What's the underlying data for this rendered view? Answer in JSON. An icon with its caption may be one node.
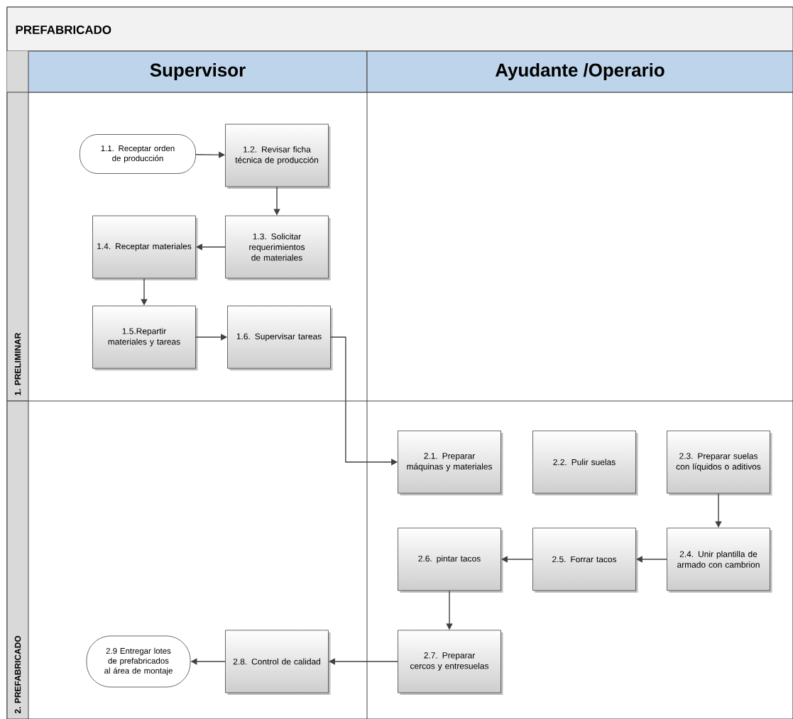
{
  "diagram": {
    "title": "PREFABRICADO",
    "nodes": [
      {
        "text": [
          "Supervisor"
        ]
      },
      {
        "text": [
          "Ayudante /Operario"
        ]
      },
      {
        "text": [
          "1. PRELIMINAR"
        ]
      },
      {
        "text": [
          "2. PREFABRICADO"
        ]
      },
      {
        "text": [
          "1.1. Receptar orden de producción"
        ]
      },
      {
        "text": [
          "1.2. Revisar ficha técnica de producción"
        ]
      },
      {
        "text": [
          "1.3. Solicitar requerimientos de materiales"
        ]
      },
      {
        "text": [
          "1.4. Receptar materiales"
        ]
      },
      {
        "text": [
          "1.5.Repartir materiales y tareas"
        ]
      },
      {
        "text": [
          "1.6. Supervisar tareas"
        ]
      },
      {
        "text": [
          "2.1. Preparar máquinas y materiales"
        ]
      },
      {
        "text": [
          "2.2. Pulir suelas"
        ]
      },
      {
        "text": [
          "2.3. Preparar suelas con líquidos o aditivos"
        ]
      },
      {
        "text": [
          "2.4. Unir plantilla de armado con cambrion"
        ]
      },
      {
        "text": [
          "2.5.  Forrar tacos"
        ]
      },
      {
        "text": [
          "2.6. pintar tacos"
        ]
      },
      {
        "text": [
          "2.7. Preparar cercos y entresuelas"
        ]
      },
      {
        "text": [
          "2.8. Control de calidad"
        ]
      },
      {
        "text": [
          "2.9 Entregar lotes de prefabricados al área de montaje"
        ]
      }
    ],
    "edges": [
      {
        "from": 4,
        "to": 5,
        "arrow": "to"
      },
      {
        "from": 5,
        "to": 6,
        "arrow": "to"
      },
      {
        "from": 6,
        "to": 7,
        "arrow": "to"
      },
      {
        "from": 7,
        "to": 8,
        "arrow": "to"
      },
      {
        "from": 8,
        "to": 9,
        "arrow": "to"
      },
      {
        "from": 9,
        "to": 10,
        "arrow": "to"
      },
      {
        "from": 12,
        "to": 13,
        "arrow": "to"
      },
      {
        "from": 13,
        "to": 14,
        "arrow": "to"
      },
      {
        "from": 14,
        "to": 15,
        "arrow": "to"
      },
      {
        "from": 15,
        "to": 16,
        "arrow": "to"
      },
      {
        "from": 16,
        "to": 17,
        "arrow": "to"
      },
      {
        "from": 17,
        "to": 18,
        "arrow": "to"
      }
    ]
  }
}
